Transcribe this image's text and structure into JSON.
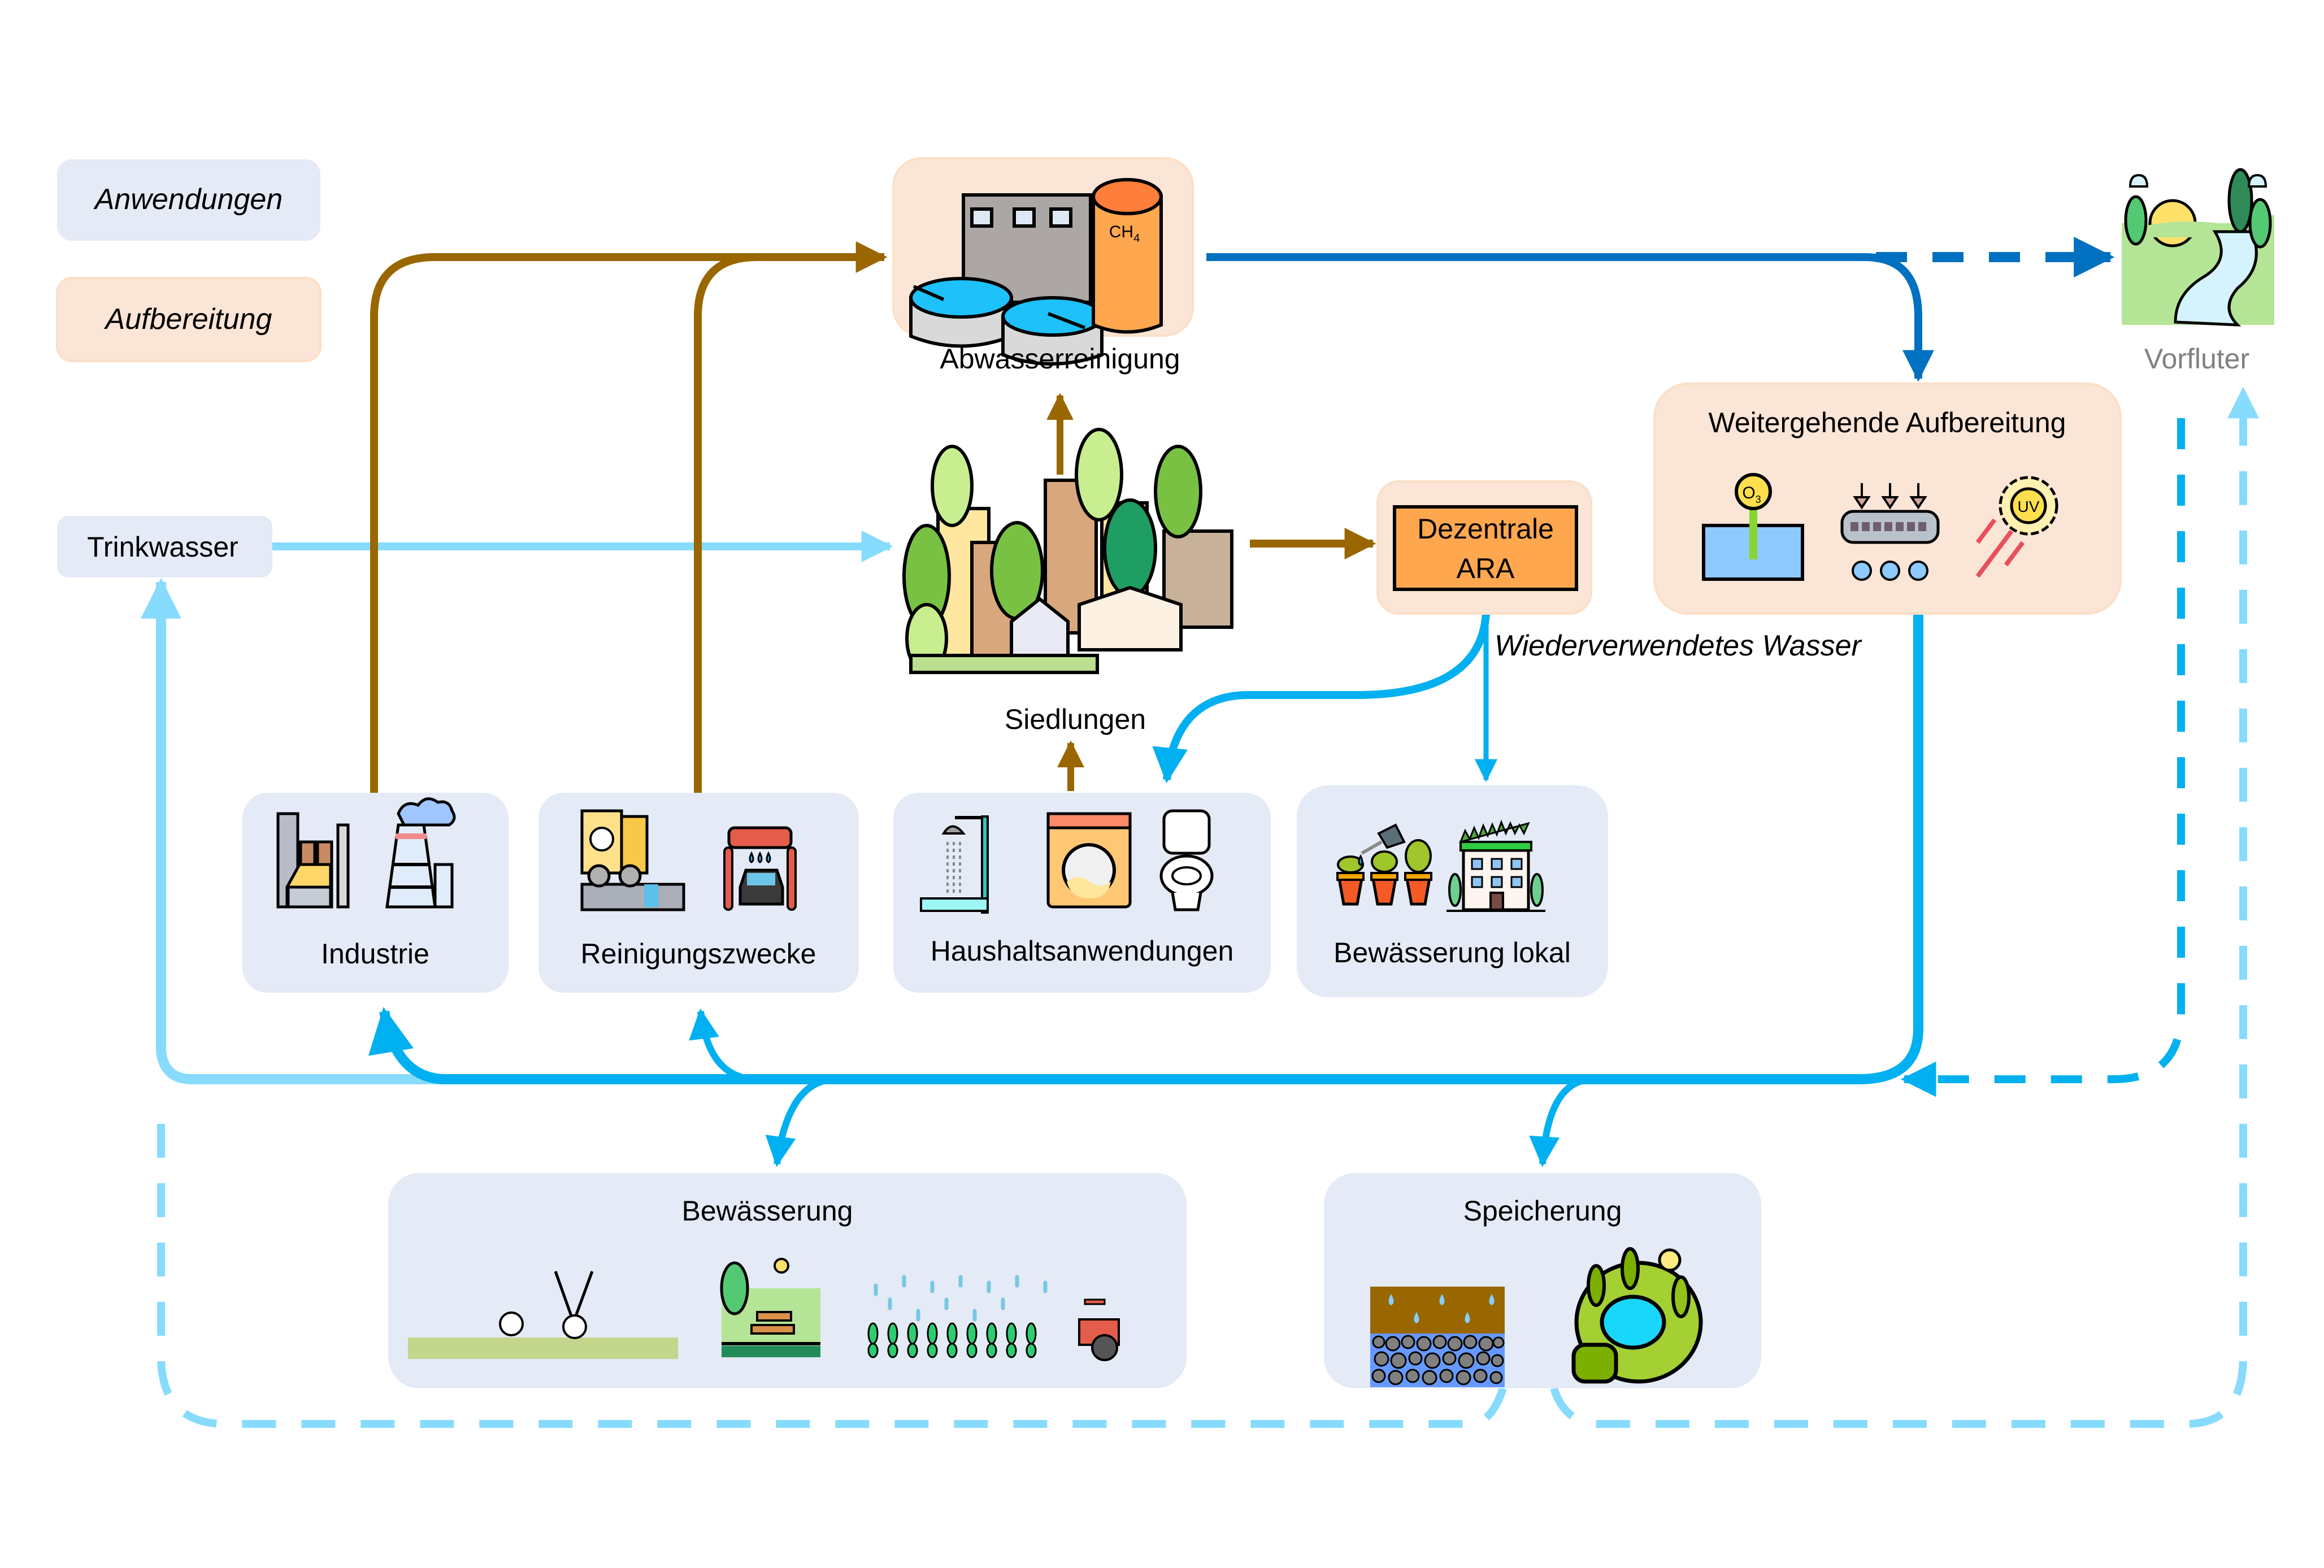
{
  "legend": {
    "applications": "Anwendungen",
    "treatment": "Aufbereitung"
  },
  "nodes": {
    "wastewater_treatment": "Abwasserreinigung",
    "receiving_water": "Vorfluter",
    "advanced_treatment": "Weitergehende Aufbereitung",
    "drinking_water": "Trinkwasser",
    "settlements": "Siedlungen",
    "decentral_ara_line1": "Dezentrale",
    "decentral_ara_line2": "ARA",
    "reused_water": "Wiederverwendetes Wasser",
    "industry": "Industrie",
    "cleaning": "Reinigungszwecke",
    "household": "Haushaltsanwendungen",
    "local_irrigation": "Bewässerung lokal",
    "irrigation": "Bewässerung",
    "storage": "Speicherung"
  },
  "icons": {
    "wastewater_treatment": [
      "treatment-plant-icon",
      "biogas-ch4-tank-icon"
    ],
    "ch4_label": "CH",
    "ch4_sub": "4",
    "advanced_treatment": [
      "ozonation-o3-icon",
      "membrane-filtration-icon",
      "uv-disinfection-icon"
    ],
    "o3_label": "O",
    "o3_sub": "3",
    "uv_label": "UV",
    "industry": [
      "factory-icon",
      "power-plant-icon"
    ],
    "cleaning": [
      "street-cleaning-truck-icon",
      "car-wash-icon"
    ],
    "household": [
      "shower-icon",
      "washing-machine-icon",
      "toilet-icon"
    ],
    "local_irrigation": [
      "watering-plants-icon",
      "green-roof-building-icon"
    ],
    "irrigation": [
      "sports-field-icon",
      "park-icon",
      "agricultural-sprinkler-tractor-icon"
    ],
    "storage": [
      "groundwater-infiltration-icon",
      "pond-icon"
    ],
    "receiving_water": [
      "river-landscape-icon"
    ],
    "settlements": [
      "city-icon"
    ]
  },
  "colors": {
    "applications_fill": "#E4EAF6",
    "treatment_fill": "#FBE5D6",
    "treatment_border": "#FCDFC7",
    "sewage_flow": "#996600",
    "treated_effluent": "#0070C0",
    "reuse_water": "#00B0F0",
    "drinking_water_flow": "#87DBFD",
    "ara_fill": "#FFA74F",
    "receiving_water_label": "#808080"
  }
}
